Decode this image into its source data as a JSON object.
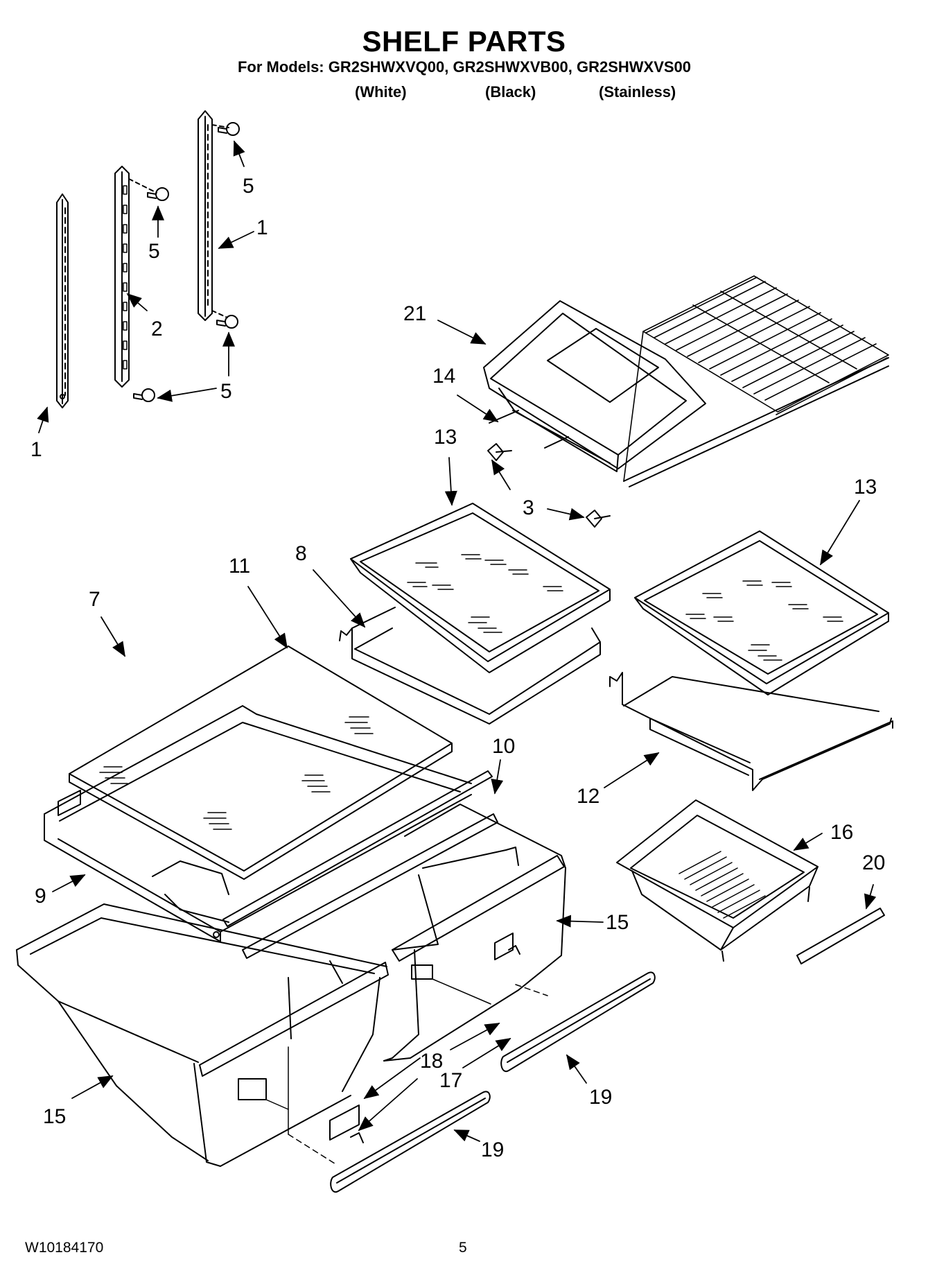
{
  "header": {
    "title": "SHELF PARTS",
    "models_line": "For Models: GR2SHWXVQ00, GR2SHWXVB00, GR2SHWXVS00",
    "variants": [
      "(White)",
      "(Black)",
      "(Stainless)"
    ]
  },
  "callouts": [
    "1",
    "1",
    "2",
    "3",
    "5",
    "5",
    "5",
    "7",
    "8",
    "9",
    "10",
    "11",
    "12",
    "13",
    "13",
    "14",
    "15",
    "15",
    "16",
    "17",
    "18",
    "19",
    "19",
    "20",
    "21"
  ],
  "footer": {
    "doc_number": "W10184170",
    "page_number": "5"
  }
}
